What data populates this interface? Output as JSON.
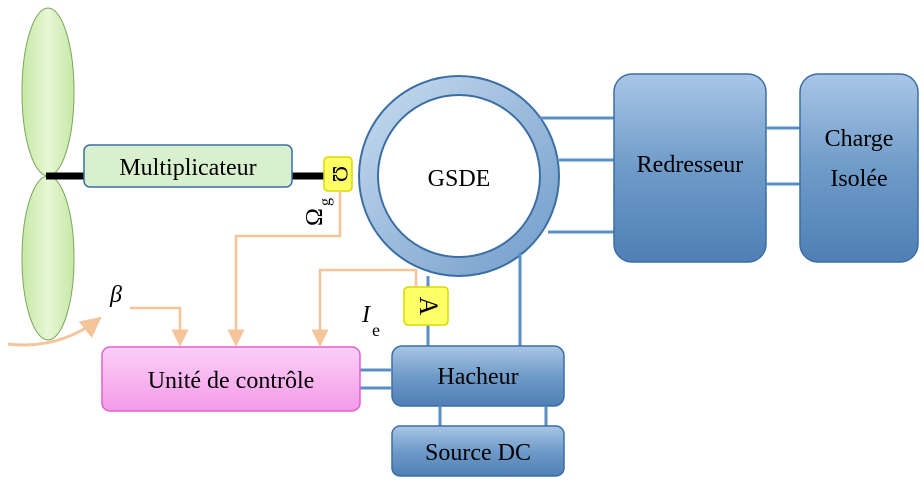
{
  "blocks": {
    "multiplicateur": "Multiplicateur",
    "gsde": "GSDE",
    "redresseur": "Redresseur",
    "charge_line1": "Charge",
    "charge_line2": "Isolée",
    "unite_controle": "Unité de contrôle",
    "hacheur": "Hacheur",
    "source_dc": "Source DC"
  },
  "symbols": {
    "beta": "β",
    "omega": "Ω",
    "omega_sub": "g",
    "current": "I",
    "current_sub": "e",
    "speed_sensor_glyph": "Ω",
    "current_sensor_glyph": "A"
  },
  "colors": {
    "block_blue": "#6f9bc9",
    "block_blue_dark": "#3a6ea5",
    "link_blue": "#5b8fc7",
    "signal_orange": "#f4c49a",
    "control_pink": "#f7a8f0",
    "multiplier_green": "#d9f0cf",
    "blade_green": "#d8f0b8",
    "sensor_yellow": "#ffff66"
  }
}
